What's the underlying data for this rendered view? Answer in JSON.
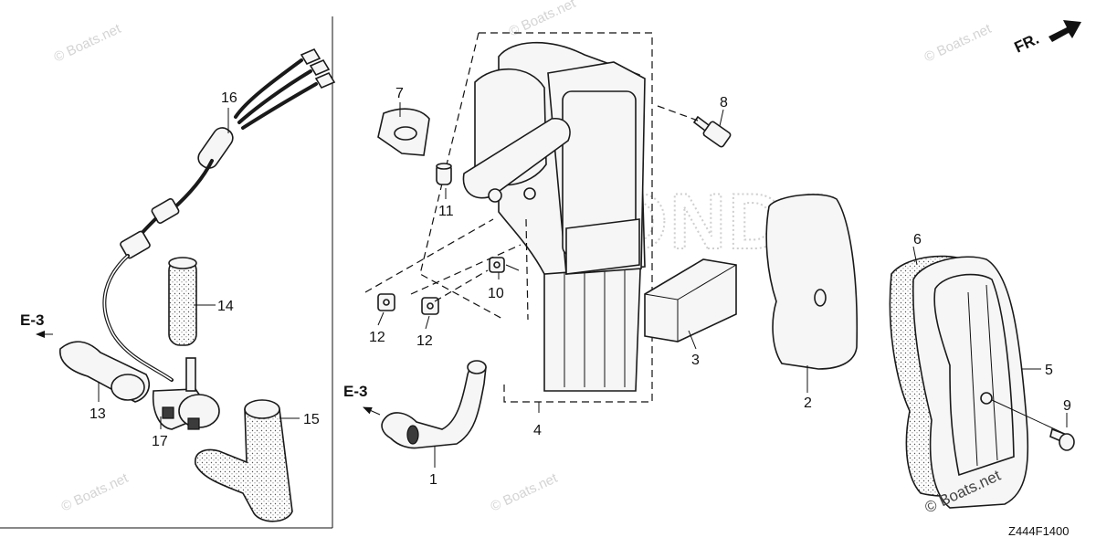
{
  "diagram": {
    "watermark": "© Boats.net",
    "brand_watermark": "HONDA",
    "direction_label": "FR.",
    "drawing_code": "Z444F1400",
    "references": [
      "E-3",
      "E-3"
    ],
    "callouts": [
      "1",
      "2",
      "3",
      "4",
      "5",
      "6",
      "7",
      "8",
      "9",
      "10",
      "11",
      "12",
      "12",
      "13",
      "14",
      "15",
      "16",
      "17"
    ]
  }
}
